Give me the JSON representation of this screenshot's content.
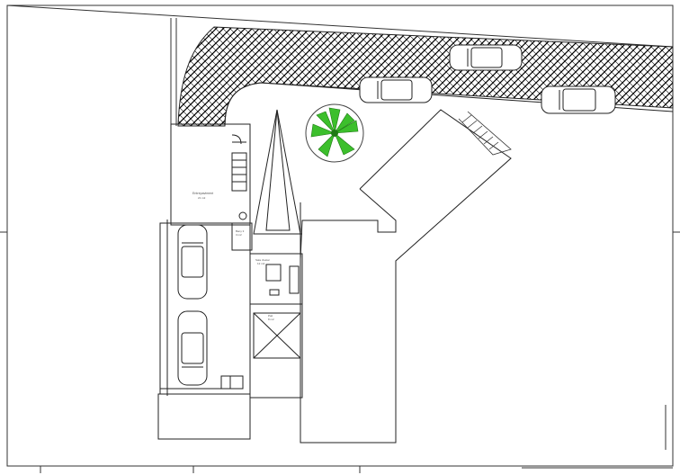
{
  "rooms": {
    "garage": {
      "name": "Entrepaviment",
      "area": "21 m2"
    },
    "bath": {
      "name": "Bany 3",
      "area": "3 m2"
    },
    "lounge": {
      "name": "Sala d'estar",
      "area": "12 m2"
    },
    "patio": {
      "name": "Pati",
      "area": "8 m2"
    }
  },
  "symbols": {
    "parked_cars": 3,
    "garage_cars": 2,
    "palm": "palm-tree-icon"
  },
  "colors": {
    "line": "#222222",
    "paving": "#000000",
    "palm": "#3cbf2c"
  }
}
